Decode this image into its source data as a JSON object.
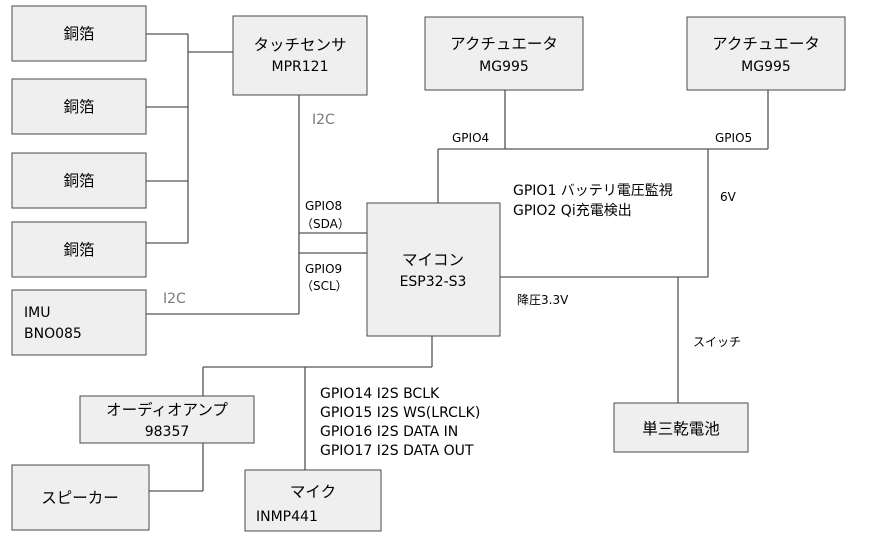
{
  "copper": [
    "銅箔",
    "銅箔",
    "銅箔",
    "銅箔"
  ],
  "touch_sensor": {
    "line1": "タッチセンサ",
    "line2": "MPR121"
  },
  "actuator1": {
    "line1": "アクチュエータ",
    "line2": "MG995"
  },
  "actuator2": {
    "line1": "アクチュエータ",
    "line2": "MG995"
  },
  "mcu": {
    "line1": "マイコン",
    "line2": "ESP32-S3"
  },
  "imu": {
    "line1": "IMU",
    "line2": "BNO085"
  },
  "amp": {
    "line1": "オーディオアンプ",
    "line2": "98357"
  },
  "speaker": {
    "label": "スピーカー"
  },
  "mic": {
    "line1": "マイク",
    "line2": "INMP441"
  },
  "battery": {
    "label": "単三乾電池"
  },
  "labels": {
    "i2c_top": "I2C",
    "i2c_imu": "I2C",
    "gpio4": "GPIO4",
    "gpio5": "GPIO5",
    "gpio8": "GPIO8",
    "sda": "（SDA）",
    "gpio9": "GPIO9",
    "scl": "（SCL）",
    "gpio1": "GPIO1 バッテリ電圧監視",
    "gpio2": "GPIO2 Qi充電検出",
    "v6": "6V",
    "step_down": "降圧3.3V",
    "switch": "スイッチ",
    "i2s": [
      "GPIO14 I2S BCLK",
      "GPIO15 I2S WS(LRCLK)",
      "GPIO16 I2S DATA IN",
      "GPIO17 I2S DATA OUT"
    ]
  }
}
